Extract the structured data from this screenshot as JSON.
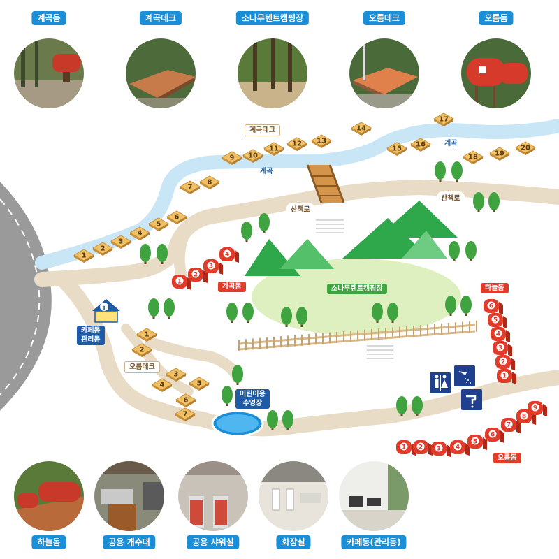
{
  "top_photos": [
    {
      "label": "계곡돔"
    },
    {
      "label": "계곡데크"
    },
    {
      "label": "소나무텐트캠핑장"
    },
    {
      "label": "오름데크"
    },
    {
      "label": "오름돔"
    }
  ],
  "bottom_photos": [
    {
      "label": "하늘돔"
    },
    {
      "label": "공용 개수대"
    },
    {
      "label": "공용 샤워실"
    },
    {
      "label": "화장실"
    },
    {
      "label": "카페동(관리동)"
    }
  ],
  "map_labels": {
    "gyegok_deck": "계곡데크",
    "stream_1": "계곡",
    "stream_2": "계곡",
    "trail_1": "산책로",
    "trail_2": "산책로",
    "gyegok_dome": "계곡돔",
    "pine_site": "소나무텐트캠핑장",
    "haneul_dome": "하늘돔",
    "cafe_line1": "카페동",
    "cafe_line2": "관리동",
    "oreum_deck": "오름데크",
    "pool_line1": "어린이용",
    "pool_line2": "수영장",
    "oreum_dome": "오름돔"
  },
  "gyegok_deck_numbers": [
    "1",
    "2",
    "3",
    "4",
    "5",
    "6",
    "7",
    "8",
    "9",
    "10",
    "11",
    "12",
    "13",
    "14",
    "15",
    "16",
    "17",
    "18",
    "19",
    "20"
  ],
  "gyegok_dome_numbers": [
    "1",
    "2",
    "3",
    "4"
  ],
  "haneul_dome_numbers": [
    "6",
    "5",
    "4",
    "3",
    "2",
    "1"
  ],
  "oreum_deck_numbers": [
    "1",
    "2",
    "3",
    "4",
    "5",
    "6",
    "7"
  ],
  "oreum_dome_numbers": [
    "1",
    "2",
    "3",
    "4",
    "5",
    "6",
    "7",
    "8",
    "9"
  ],
  "colors": {
    "stream": "#c9e6f7",
    "trail": "#e9dcc6",
    "road": "#9a9a9a",
    "deck": "#f0c064",
    "dome": "#e23b2a",
    "lawn": "#dff0c0",
    "tree": "#3fa33f",
    "label_blue": "#1a8fd8"
  },
  "icons": [
    "restroom-icon",
    "shower-icon",
    "sink-icon",
    "info-icon"
  ]
}
